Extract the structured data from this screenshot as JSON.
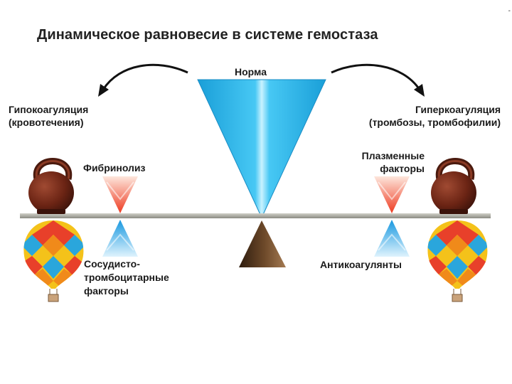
{
  "title": "Динамическое равновесие в системе гемостаза",
  "norm_label": "Норма",
  "left": {
    "state_line1": "Гипокоагуляция",
    "state_line2": "(кровотечения)",
    "top_force": "Фибринолиз",
    "bottom_force_line1": "Сосудисто-",
    "bottom_force_line2": "тромбоцитарные",
    "bottom_force_line3": "факторы"
  },
  "right": {
    "state_line1": "Гиперкоагуляция",
    "state_line2": "(тромбозы, тромбофилии)",
    "top_force_line1": "Плазменные",
    "top_force_line2": "факторы",
    "bottom_force": "Антикоагулянты"
  },
  "corner_mark": "-",
  "colors": {
    "norm_triangle": "#2ab8ee",
    "down_arrow": "#f36040",
    "up_arrow": "#2aa8e8",
    "beam": "#a8a8a0",
    "fulcrum": "#5a3a22",
    "kettlebell": "#6b2a1a"
  },
  "icons": [
    "kettlebell-icon",
    "hot-air-balloon-icon",
    "curved-arrow-icon"
  ]
}
